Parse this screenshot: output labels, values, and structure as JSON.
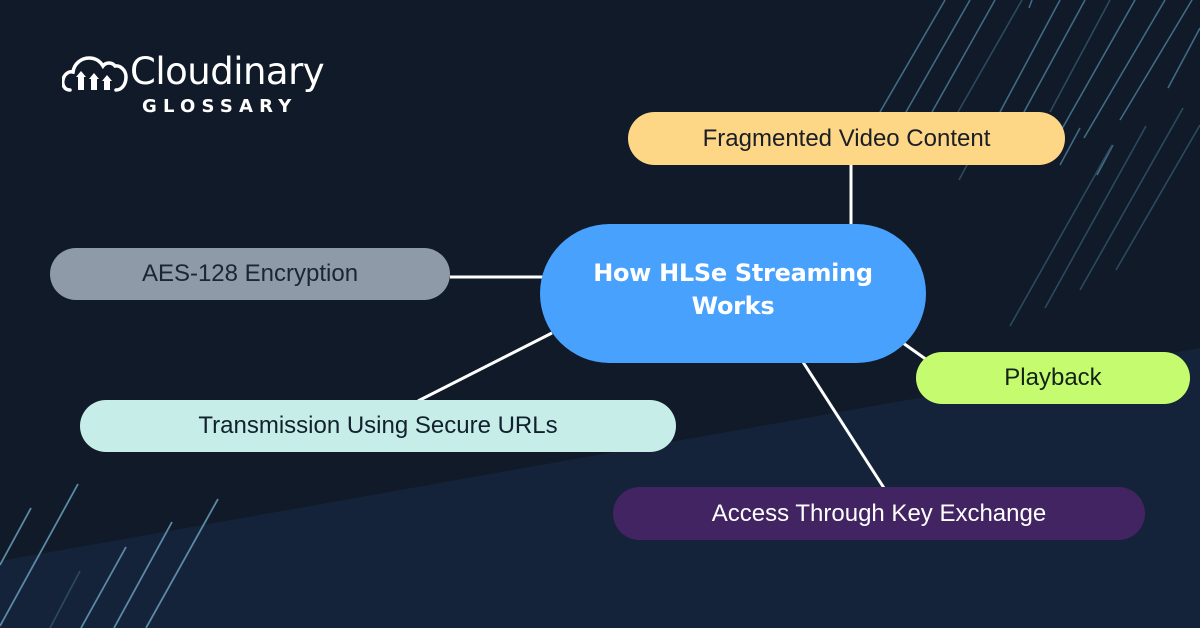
{
  "brand": {
    "name": "Cloudinary",
    "subtitle": "GLOSSARY",
    "icon": "cloud-logo-icon"
  },
  "diagram": {
    "type": "mind-map",
    "center": {
      "label": "How HLSe Streaming Works",
      "color": "#48a1fd"
    },
    "nodes": [
      {
        "id": "fragmented",
        "label": "Fragmented Video Content",
        "color": "#fdd686"
      },
      {
        "id": "aes",
        "label": "AES-128 Encryption",
        "color": "#8e9aa7"
      },
      {
        "id": "transmission",
        "label": "Transmission Using Secure URLs",
        "color": "#c6ede7"
      },
      {
        "id": "playback",
        "label": "Playback",
        "color": "#c5fc6f"
      },
      {
        "id": "access",
        "label": "Access Through Key Exchange",
        "color": "#422462"
      }
    ],
    "edges": [
      {
        "from": "center",
        "to": "fragmented"
      },
      {
        "from": "center",
        "to": "aes"
      },
      {
        "from": "center",
        "to": "transmission"
      },
      {
        "from": "center",
        "to": "playback"
      },
      {
        "from": "center",
        "to": "access"
      }
    ]
  },
  "colors": {
    "background": "#101a28",
    "background_lower": "#14233a",
    "stripe": "#3f6b86",
    "connector": "#ffffff"
  }
}
